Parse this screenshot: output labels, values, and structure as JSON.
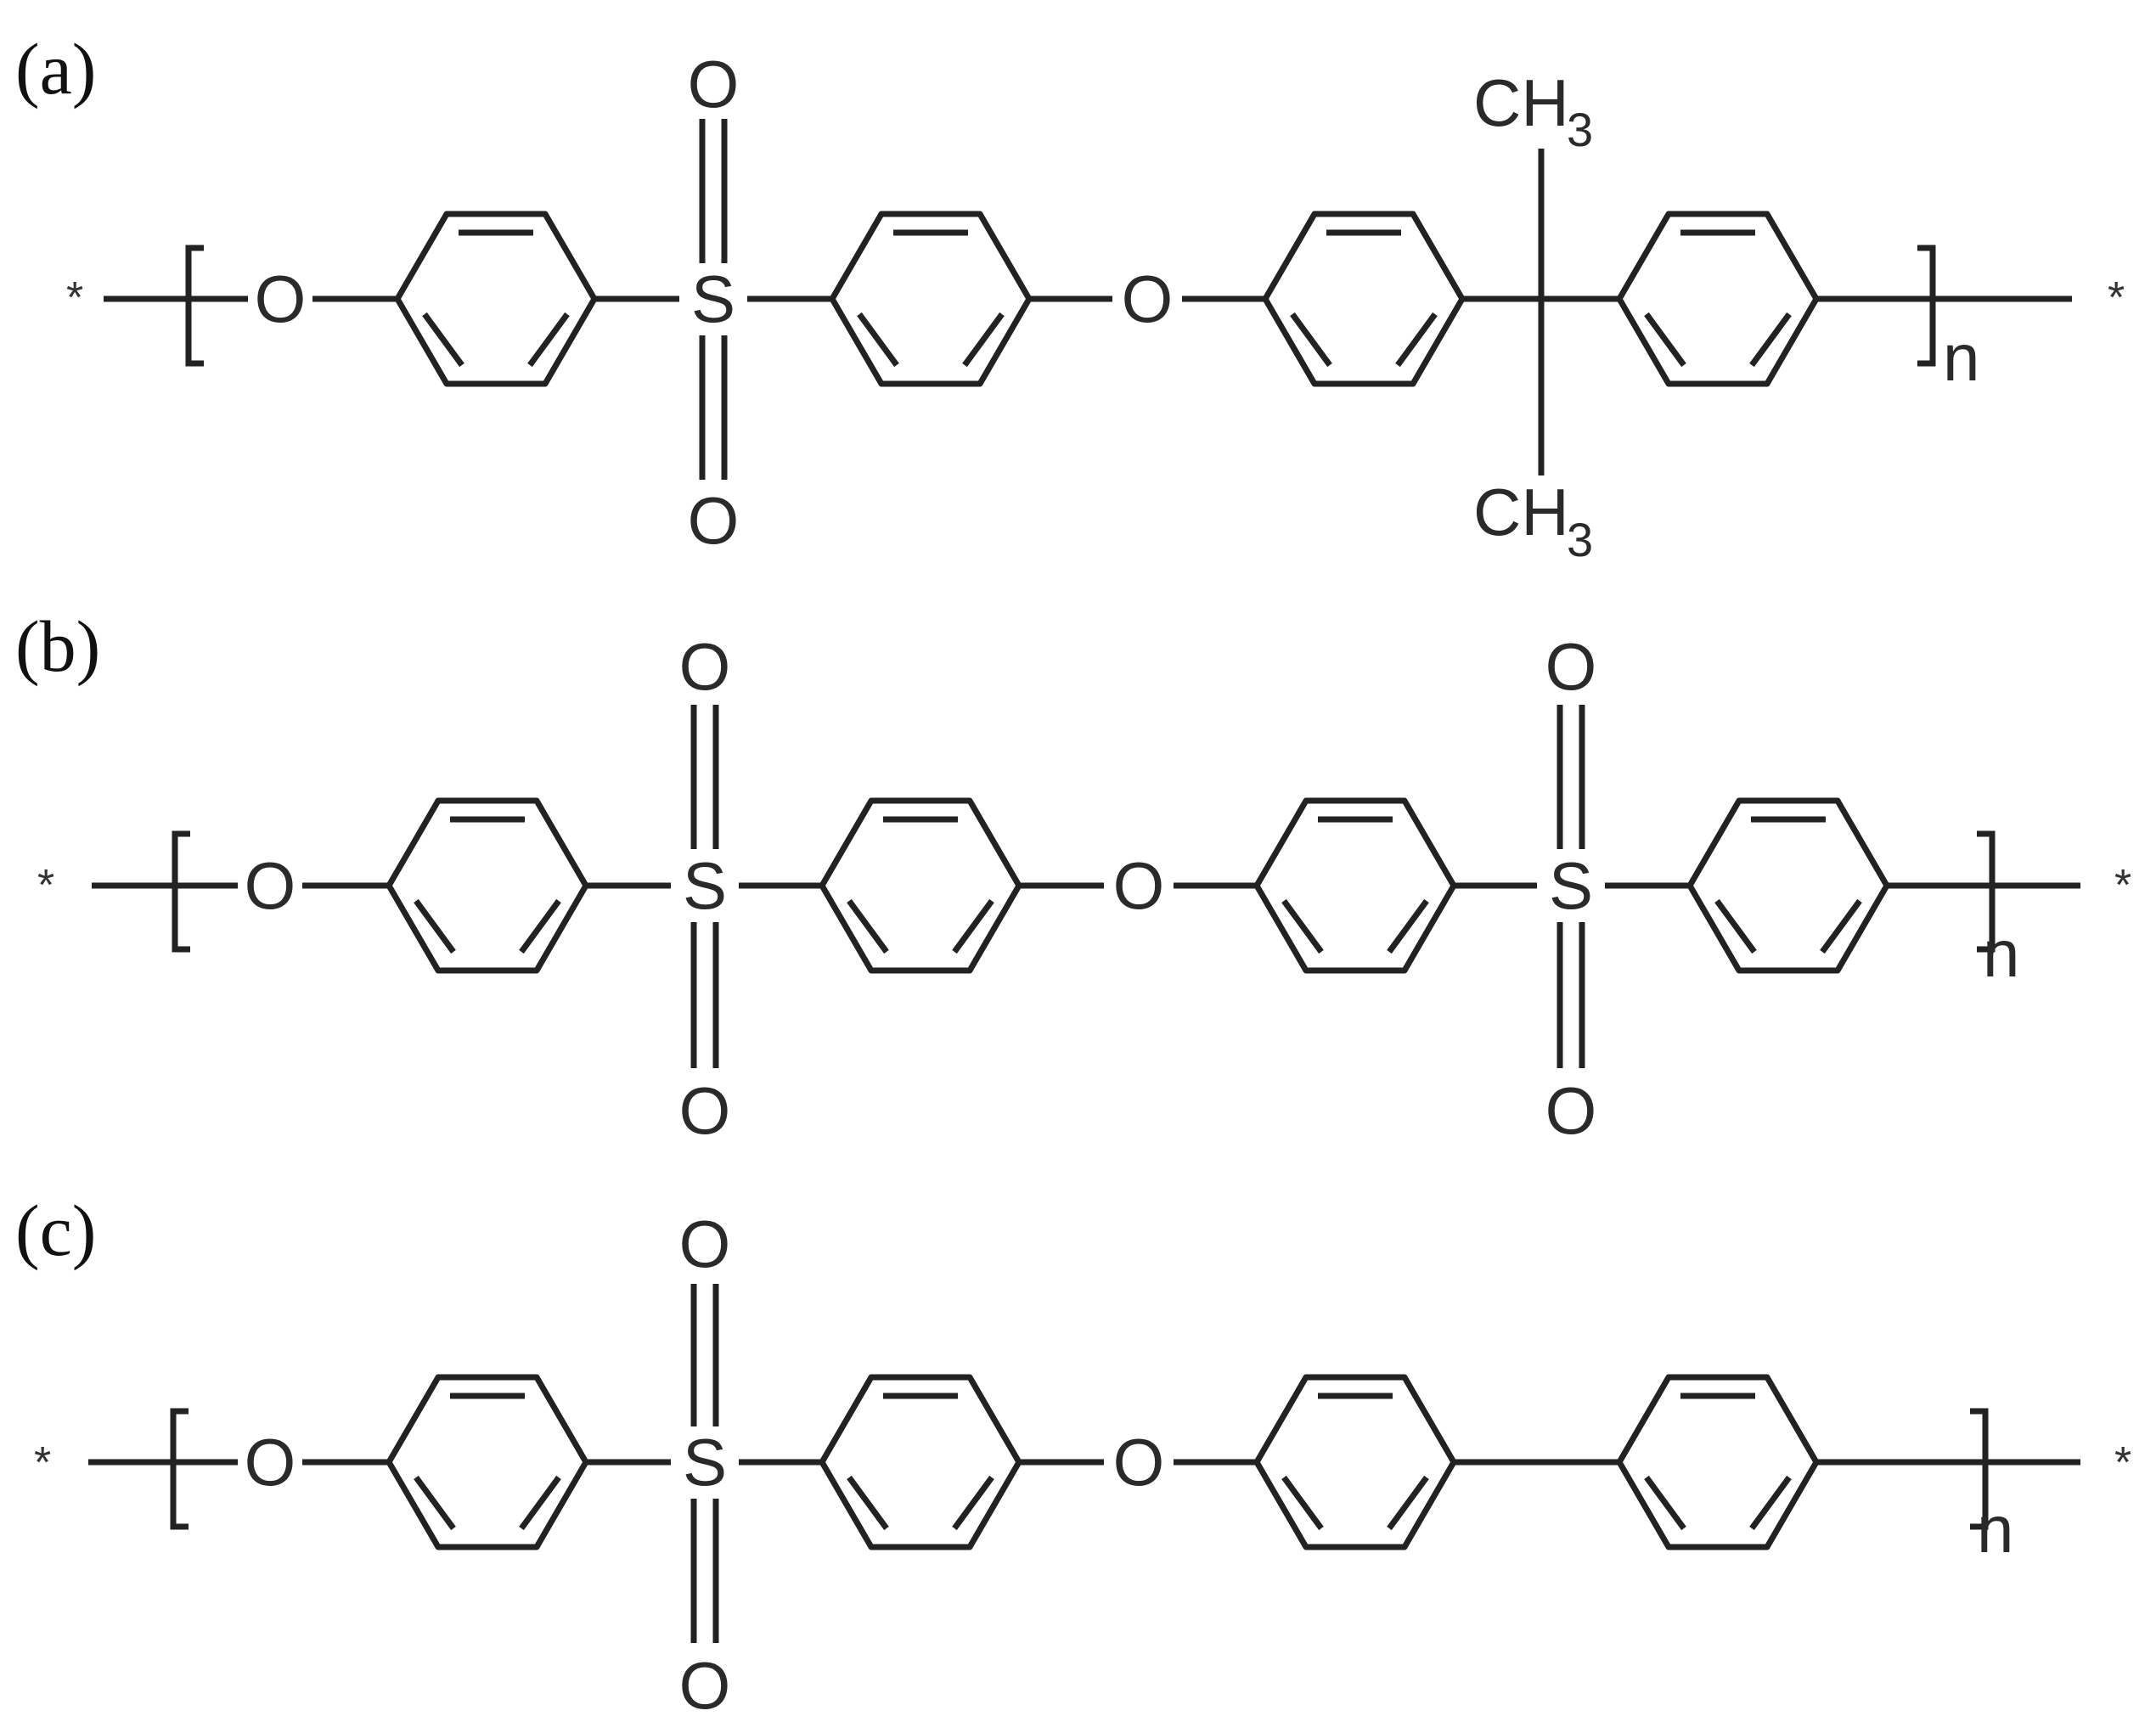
{
  "structures": [
    {
      "id": "a",
      "panel_label": "(a)",
      "end_left": "*",
      "end_right": "*",
      "repeat_subscript": "n",
      "ether_o_left": "O",
      "ether_o_middle": "O",
      "sulfonyl": [
        {
          "s": "S",
          "o_top": "O",
          "o_bottom": "O"
        }
      ],
      "isopropylidene": {
        "top": "CH",
        "top_sub": "3",
        "bottom": "CH",
        "bottom_sub": "3"
      }
    },
    {
      "id": "b",
      "panel_label": "(b)",
      "end_left": "*",
      "end_right": "*",
      "repeat_subscript": "n",
      "ether_o_left": "O",
      "ether_o_middle": "O",
      "sulfonyl": [
        {
          "s": "S",
          "o_top": "O",
          "o_bottom": "O"
        },
        {
          "s": "S",
          "o_top": "O",
          "o_bottom": "O"
        }
      ]
    },
    {
      "id": "c",
      "panel_label": "(c)",
      "end_left": "*",
      "end_right": "*",
      "repeat_subscript": "n",
      "ether_o_left": "O",
      "ether_o_middle": "O",
      "sulfonyl": [
        {
          "s": "S",
          "o_top": "O",
          "o_bottom": "O"
        }
      ]
    }
  ]
}
